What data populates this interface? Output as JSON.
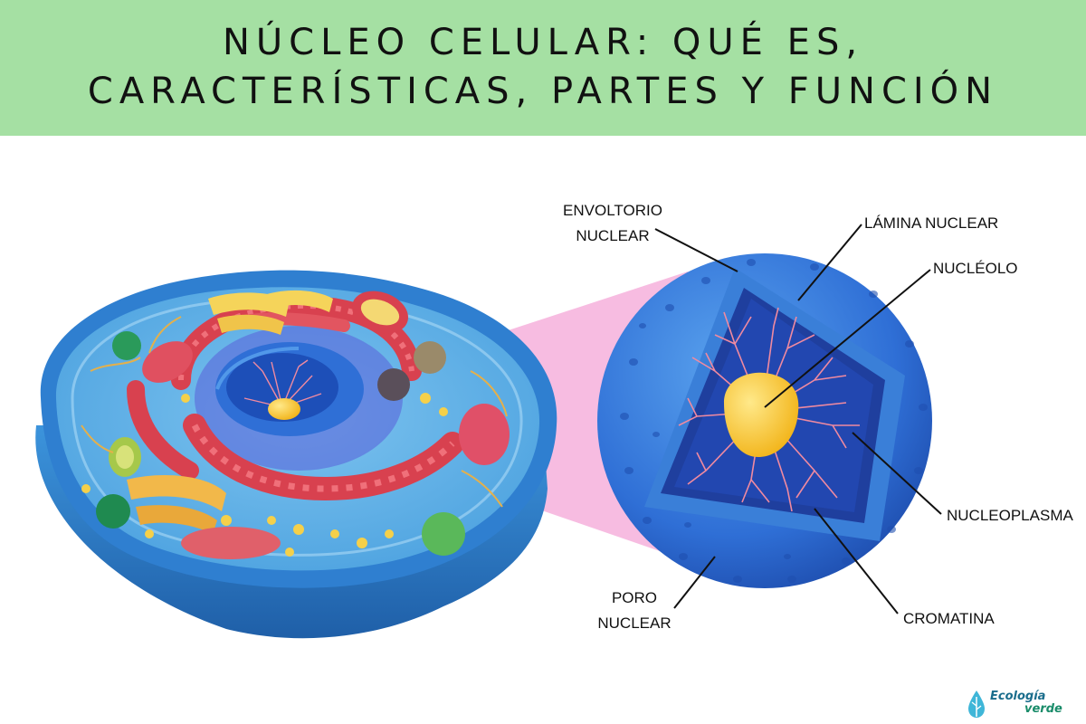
{
  "title": {
    "line1": "NÚCLEO CELULAR: QUÉ ES,",
    "line2": "CARACTERÍSTICAS, PARTES Y FUNCIÓN"
  },
  "labels": {
    "envoltorio_1": "ENVOLTORIO",
    "envoltorio_2": "NUCLEAR",
    "lamina": "LÁMINA NUCLEAR",
    "nucleolo": "NUCLÉOLO",
    "nucleoplasma": "NUCLEOPLASMA",
    "cromatina": "CROMATINA",
    "poro_1": "PORO",
    "poro_2": "NUCLEAR"
  },
  "logo": {
    "word1": "Ecología",
    "word2": "verde"
  },
  "colors": {
    "header_bg": "#a5e0a3",
    "cell_blue": "#3f8fd8",
    "nucleus_blue": "#2f6fd6",
    "chromatin": "#f08aa0",
    "nucleolus": "#f7c53a",
    "zoom_pink": "#f4a6d7",
    "er_red": "#d8414f"
  },
  "icons": [
    "water-drop-logo-icon"
  ]
}
